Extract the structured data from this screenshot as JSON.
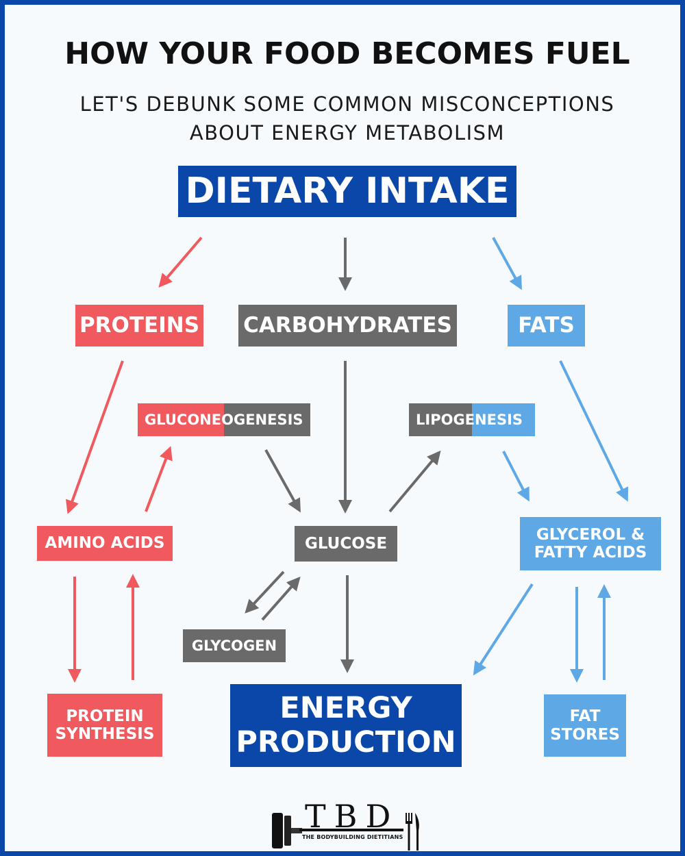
{
  "title": "HOW YOUR FOOD BECOMES FUEL",
  "subtitle_line1": "LET'S DEBUNK SOME COMMON MISCONCEPTIONS",
  "subtitle_line2": "ABOUT ENERGY METABOLISM",
  "nodes": {
    "dietary_intake": "DIETARY INTAKE",
    "proteins": "PROTEINS",
    "carbohydrates": "CARBOHYDRATES",
    "fats": "FATS",
    "gluconeogenesis_a": "GLUCONE",
    "gluconeogenesis_b": "OGENESIS",
    "lipogenesis_a": "LIPOG",
    "lipogenesis_b": "ENESIS",
    "amino_acids": "AMINO ACIDS",
    "glucose": "GLUCOSE",
    "glycerol_line1": "GLYCEROL &",
    "glycerol_line2": "FATTY ACIDS",
    "glycogen": "GLYCOGEN",
    "protein_synthesis_line1": "PROTEIN",
    "protein_synthesis_line2": "SYNTHESIS",
    "energy_line1": "ENERGY",
    "energy_line2": "PRODUCTION",
    "fat_stores_line1": "FAT",
    "fat_stores_line2": "STORES"
  },
  "logo": {
    "letters": "TBD",
    "tagline": "THE BODYBUILDING DIETITIANS"
  },
  "colors": {
    "protein": "#f05a5e",
    "carb": "#6a6a6a",
    "fat": "#5fa8e6",
    "primary": "#0b47a8"
  },
  "icons": [
    "dumbbell-plate-icon",
    "fork-icon",
    "knife-icon"
  ]
}
